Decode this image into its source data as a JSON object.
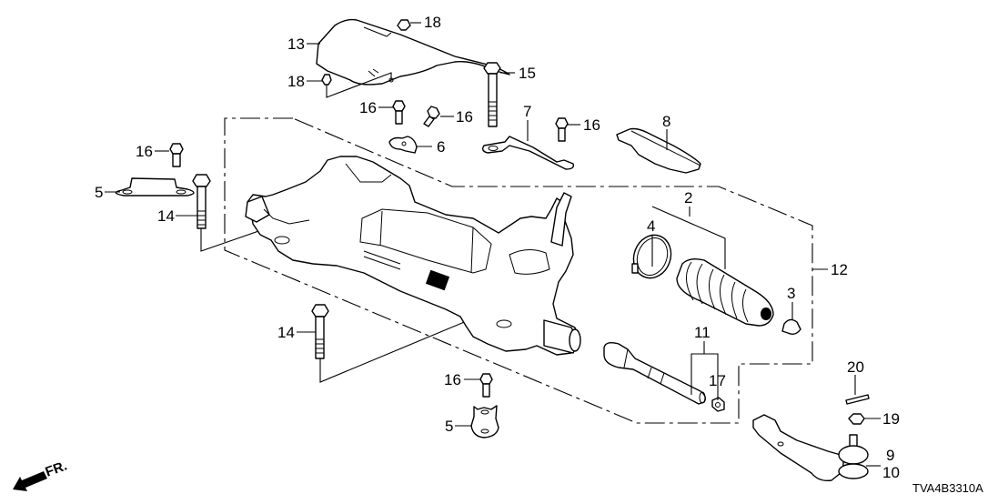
{
  "diagram": {
    "title_code": "TVA4B3310A",
    "direction_indicator": "FR.",
    "group_bracket_label": "12",
    "callouts": [
      {
        "id": "c13",
        "label": "13",
        "part": "heat-shield"
      },
      {
        "id": "c18a",
        "label": "18",
        "part": "clip"
      },
      {
        "id": "c18b",
        "label": "18",
        "part": "clip"
      },
      {
        "id": "c15",
        "label": "15",
        "part": "bolt"
      },
      {
        "id": "c16a",
        "label": "16",
        "part": "flange-bolt"
      },
      {
        "id": "c16b",
        "label": "16",
        "part": "flange-bolt"
      },
      {
        "id": "c16c",
        "label": "16",
        "part": "flange-bolt"
      },
      {
        "id": "c16d",
        "label": "16",
        "part": "flange-bolt"
      },
      {
        "id": "c16e",
        "label": "16",
        "part": "flange-bolt"
      },
      {
        "id": "c7",
        "label": "7",
        "part": "bracket"
      },
      {
        "id": "c8",
        "label": "8",
        "part": "cover"
      },
      {
        "id": "c6",
        "label": "6",
        "part": "clamp"
      },
      {
        "id": "c5a",
        "label": "5",
        "part": "mounting-bracket"
      },
      {
        "id": "c5b",
        "label": "5",
        "part": "mounting-bracket"
      },
      {
        "id": "c14a",
        "label": "14",
        "part": "mounting-bolt"
      },
      {
        "id": "c14b",
        "label": "14",
        "part": "mounting-bolt"
      },
      {
        "id": "c2",
        "label": "2",
        "part": "boot-set"
      },
      {
        "id": "c4",
        "label": "4",
        "part": "boot-band"
      },
      {
        "id": "c3",
        "label": "3",
        "part": "boot-clip"
      },
      {
        "id": "c11",
        "label": "11",
        "part": "tie-rod"
      },
      {
        "id": "c17",
        "label": "17",
        "part": "lock-nut"
      },
      {
        "id": "c20",
        "label": "20",
        "part": "cotter-pin"
      },
      {
        "id": "c19",
        "label": "19",
        "part": "castle-nut"
      },
      {
        "id": "c9",
        "label": "9",
        "part": "tie-rod-end"
      },
      {
        "id": "c10",
        "label": "10",
        "part": "tie-rod-end"
      }
    ]
  }
}
